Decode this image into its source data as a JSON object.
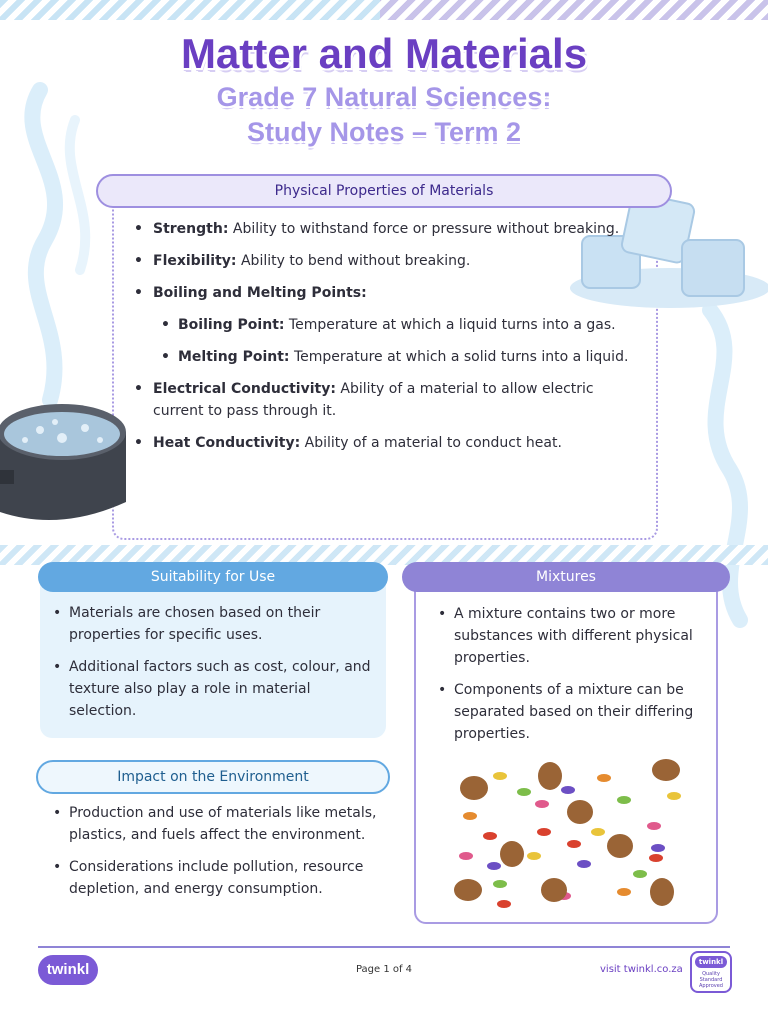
{
  "header": {
    "title": "Matter and Materials",
    "subtitle_line1": "Grade 7 Natural Sciences:",
    "subtitle_line2": "Study Notes – Term 2"
  },
  "physical_properties": {
    "heading": "Physical Properties of Materials",
    "strength": {
      "term": "Strength:",
      "text": " Ability to withstand force or pressure without breaking."
    },
    "flexibility": {
      "term": "Flexibility:",
      "text": " Ability to bend without breaking."
    },
    "boiling_melting": {
      "term": "Boiling and Melting Points:"
    },
    "boiling": {
      "term": "Boiling Point:",
      "text": " Temperature at which a liquid turns into a gas."
    },
    "melting": {
      "term": "Melting Point:",
      "text": " Temperature at which a solid turns into a liquid."
    },
    "electrical": {
      "term": "Electrical Conductivity:",
      "text": " Ability of a material to allow electric current to pass through it."
    },
    "heat": {
      "term": "Heat Conductivity:",
      "text": " Ability of a material to conduct heat."
    }
  },
  "suitability": {
    "heading": "Suitability for Use",
    "items": [
      "Materials are chosen based on their properties for specific uses.",
      "Additional factors such as cost, colour, and texture also play a role in material selection."
    ]
  },
  "environment": {
    "heading": "Impact on the Environment",
    "items": [
      "Production and use of materials like metals, plastics, and fuels affect the environment.",
      "Considerations include pollution, resource depletion, and energy consumption."
    ]
  },
  "mixtures": {
    "heading": "Mixtures",
    "items": [
      "A mixture contains two or more substances with different physical properties.",
      "Components of a mixture can be separated based on their differing properties."
    ]
  },
  "footer": {
    "logo": "twinkl",
    "page": "Page 1 of 4",
    "visit": "visit twinkl.co.za",
    "badge_top": "twinkl",
    "badge_text": "Quality Standard Approved"
  },
  "colors": {
    "title": "#6a3fc2",
    "subtitle": "#a596e8",
    "suitability_header": "#62a8e1",
    "mixtures_header": "#8f84d6"
  }
}
